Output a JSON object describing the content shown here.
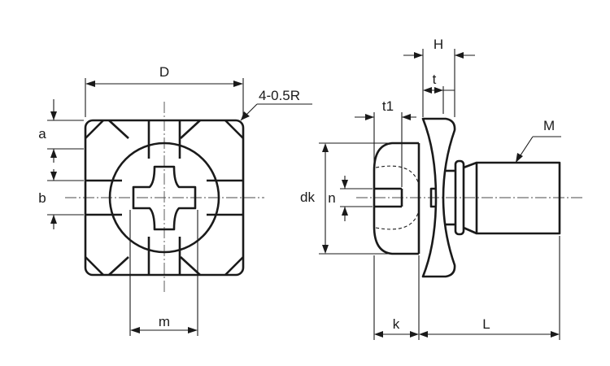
{
  "labels": {
    "D": "D",
    "corner_radius": "4-0.5R",
    "a": "a",
    "b": "b",
    "m": "m",
    "H": "H",
    "t": "t",
    "t1": "t1",
    "M": "M",
    "dk": "dk",
    "n": "n",
    "k": "k",
    "L": "L"
  },
  "colors": {
    "line": "#1a1a1a",
    "centerline": "#4a4a4a",
    "background": "#ffffff"
  }
}
